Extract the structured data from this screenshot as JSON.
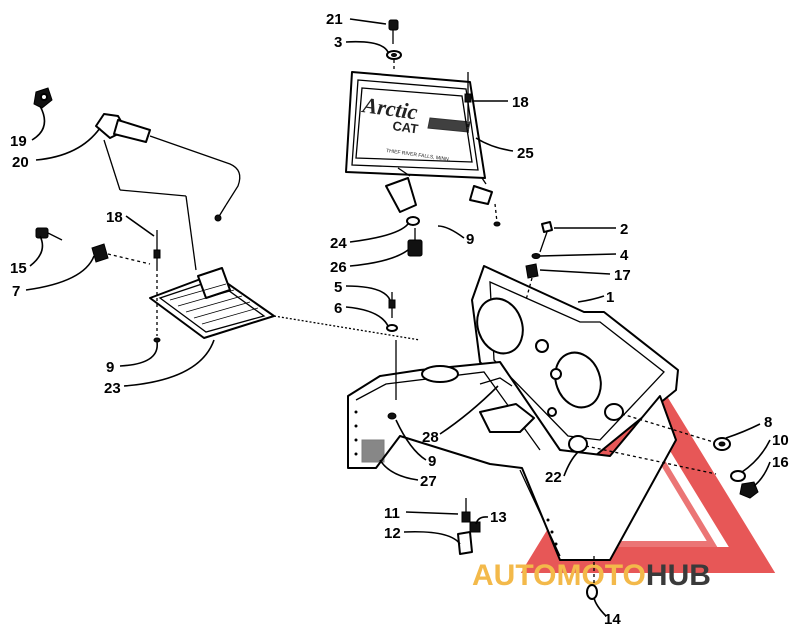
{
  "watermark": {
    "text_part1": "AUTOMOTO",
    "text_part2": "HUB",
    "color_primary": "#e33a3a",
    "color_secondary": "#f3b94a",
    "color_dark": "#3a3a3a"
  },
  "nameplate_text": {
    "line1": "Arctic",
    "line2": "CAT",
    "line3": "THIEF RIVER FALLS, MINN."
  },
  "callouts": [
    {
      "id": "c21",
      "label": "21"
    },
    {
      "id": "c3",
      "label": "3"
    },
    {
      "id": "c18a",
      "label": "18"
    },
    {
      "id": "c25",
      "label": "25"
    },
    {
      "id": "c19",
      "label": "19"
    },
    {
      "id": "c20",
      "label": "20"
    },
    {
      "id": "c18b",
      "label": "18"
    },
    {
      "id": "c15",
      "label": "15"
    },
    {
      "id": "c7",
      "label": "7"
    },
    {
      "id": "c9a",
      "label": "9"
    },
    {
      "id": "c23",
      "label": "23"
    },
    {
      "id": "c24",
      "label": "24"
    },
    {
      "id": "c26",
      "label": "26"
    },
    {
      "id": "c5",
      "label": "5"
    },
    {
      "id": "c6",
      "label": "6"
    },
    {
      "id": "c9b",
      "label": "9"
    },
    {
      "id": "c2",
      "label": "2"
    },
    {
      "id": "c4",
      "label": "4"
    },
    {
      "id": "c17",
      "label": "17"
    },
    {
      "id": "c1",
      "label": "1"
    },
    {
      "id": "c28",
      "label": "28"
    },
    {
      "id": "c9c",
      "label": "9"
    },
    {
      "id": "c27",
      "label": "27"
    },
    {
      "id": "c8",
      "label": "8"
    },
    {
      "id": "c10",
      "label": "10"
    },
    {
      "id": "c16",
      "label": "16"
    },
    {
      "id": "c22",
      "label": "22"
    },
    {
      "id": "c11",
      "label": "11"
    },
    {
      "id": "c12",
      "label": "12"
    },
    {
      "id": "c13",
      "label": "13"
    },
    {
      "id": "c14",
      "label": "14"
    }
  ]
}
